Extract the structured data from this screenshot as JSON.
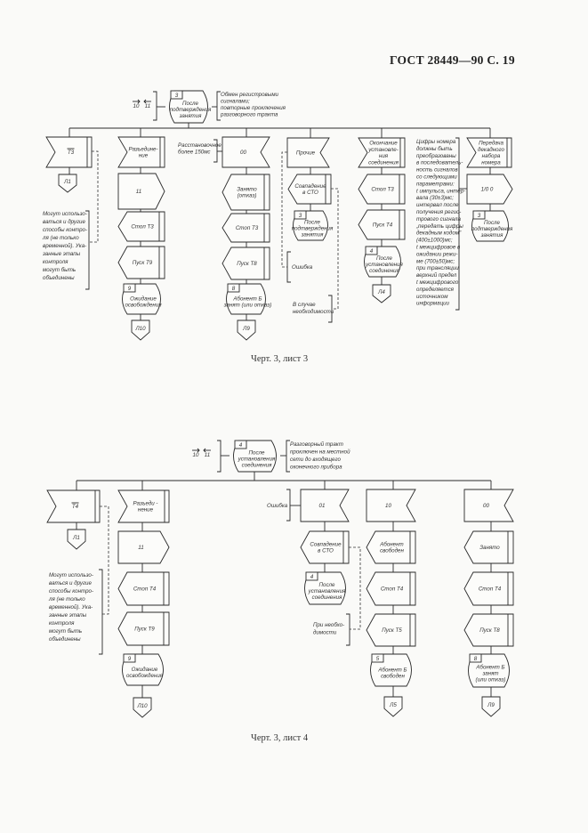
{
  "header": {
    "title": "ГОСТ 28449—90  С. 19"
  },
  "sheet3": {
    "caption": "Черт. 3, лист 3",
    "signals": [
      "10",
      "11"
    ],
    "nodes": {
      "top_state": {
        "number": "3",
        "lines": [
          "После",
          "подтверждения",
          "занятия"
        ]
      },
      "c1_in": {
        "lines": [
          "T3"
        ],
        "overline": true
      },
      "c1_conn": {
        "lines": [
          "Л1"
        ]
      },
      "c2_in": {
        "lines": [
          "Разъедине-",
          "ние"
        ]
      },
      "c2_out1": {
        "lines": [
          "11"
        ]
      },
      "c2_out2": {
        "lines": [
          "Стоп Т3"
        ]
      },
      "c2_out3": {
        "lines": [
          "Пуск Т9"
        ]
      },
      "c2_state": {
        "number": "9",
        "lines": [
          "Ожидание",
          "освобождения"
        ]
      },
      "c2_conn": {
        "lines": [
          "Л10"
        ]
      },
      "c3_in": {
        "lines": [
          "00"
        ]
      },
      "c3_out1": {
        "lines": [
          "Занято",
          "(отказ)"
        ]
      },
      "c3_out2": {
        "lines": [
          "Стоп Т3"
        ]
      },
      "c3_out3": {
        "lines": [
          "Пуск Т8"
        ]
      },
      "c3_state": {
        "number": "8",
        "lines": [
          "Абонент Б",
          "занят (или отказ)"
        ]
      },
      "c3_conn": {
        "lines": [
          "Л9"
        ]
      },
      "c4_in": {
        "lines": [
          "Прочие"
        ]
      },
      "c4_out1": {
        "lines": [
          "Совпадение",
          "в СТО"
        ]
      },
      "c4_state": {
        "number": "3",
        "lines": [
          "После",
          "подтверждения",
          "занятия"
        ]
      },
      "c5_in": {
        "lines": [
          "Окончание",
          "установле-",
          "ния",
          "соединения"
        ]
      },
      "c5_out1": {
        "lines": [
          "Стоп Т3"
        ]
      },
      "c5_out2": {
        "lines": [
          "Пуск Т4"
        ]
      },
      "c5_state": {
        "number": "4",
        "lines": [
          "После",
          "установления",
          "соединения"
        ]
      },
      "c5_conn": {
        "lines": [
          "Л4"
        ]
      },
      "c6_in": {
        "lines": [
          "Передача",
          "декадного",
          "набора",
          "номера"
        ]
      },
      "c6_out1": {
        "lines": [
          "1/0  0"
        ]
      },
      "c6_state": {
        "number": "3",
        "lines": [
          "После",
          "подтверждения",
          "занятия"
        ]
      }
    },
    "comments": {
      "top_note": [
        "Обмен регистровыми",
        "сигналами;",
        "повторные проключения",
        "разговорного тракта"
      ],
      "pause_note": [
        "Расстановочное",
        "более 150мс"
      ],
      "control_note": [
        "Могут использо-",
        "ваться и другие",
        "способы контро-",
        "ля (не только",
        "временной). Ука-",
        "занные этапы",
        "контроля",
        "могут быть",
        "объединены"
      ],
      "error_note": [
        "Ошибка"
      ],
      "need_note": [
        "В случае",
        "необходимости"
      ],
      "digits_note": [
        "Цифры номера",
        "должны быть",
        "преобразованы",
        "в последователь-",
        "ность сигналов",
        "со следующими",
        "параметрами:",
        "t импульса, интер-",
        "вала (30±3)мс;",
        "интервал после",
        "получения регис-",
        "трового сигнала",
        "„передать цифры",
        "декадным кодом\"",
        "(400±1000)мс;",
        "t межцифровое в",
        "ожидании режи-",
        "ме (700±50)мс;",
        "при трансляции",
        "верхний предел",
        "t межцифрового",
        "определяется",
        "источником",
        "информации"
      ]
    }
  },
  "sheet4": {
    "caption": "Черт. 3, лист 4",
    "signals": [
      "10",
      "11"
    ],
    "nodes": {
      "top_state": {
        "number": "4",
        "lines": [
          "После",
          "установления",
          "соединения"
        ]
      },
      "c1_in": {
        "lines": [
          "T4"
        ],
        "overline": true
      },
      "c1_conn": {
        "lines": [
          "Л1"
        ]
      },
      "c2_in": {
        "lines": [
          "Разъеди -",
          "нение"
        ]
      },
      "c2_out1": {
        "lines": [
          "11"
        ]
      },
      "c2_out2": {
        "lines": [
          "Стоп Т4"
        ]
      },
      "c2_out3": {
        "lines": [
          "Пуск Т9"
        ]
      },
      "c2_state": {
        "number": "9",
        "lines": [
          "Ожидание",
          "освобождения"
        ]
      },
      "c2_conn": {
        "lines": [
          "Л10"
        ]
      },
      "c3_in": {
        "lines": [
          "01"
        ]
      },
      "c3_out1": {
        "lines": [
          "Совпадение",
          "в СТО"
        ]
      },
      "c3_state": {
        "number": "4",
        "lines": [
          "После",
          "установления",
          "соединения"
        ]
      },
      "c4_in": {
        "lines": [
          "10"
        ]
      },
      "c4_out1": {
        "lines": [
          "Абонент",
          "свободен"
        ]
      },
      "c4_out2": {
        "lines": [
          "Стоп Т4"
        ]
      },
      "c4_out3": {
        "lines": [
          "Пуск Т5"
        ]
      },
      "c4_state": {
        "number": "5",
        "lines": [
          "Абонент Б",
          "свободен"
        ]
      },
      "c4_conn": {
        "lines": [
          "Л5"
        ]
      },
      "c5_in": {
        "lines": [
          "00"
        ]
      },
      "c5_out1": {
        "lines": [
          "Занято"
        ]
      },
      "c5_out2": {
        "lines": [
          "Стоп Т4"
        ]
      },
      "c5_out3": {
        "lines": [
          "Пуск Т8"
        ]
      },
      "c5_state": {
        "number": "8",
        "lines": [
          "Абонент Б",
          "занят",
          "(или отказ)"
        ]
      },
      "c5_conn": {
        "lines": [
          "Л9"
        ]
      }
    },
    "comments": {
      "top_note": [
        "Разговорный тракт",
        "проключен на местной",
        "сети до входящего",
        "оконечного прибора"
      ],
      "control_note": [
        "Могут использо-",
        "ваться и другие",
        "способы контро-",
        "ля (не только",
        "временной). Ука-",
        "занные этапы",
        "контроля",
        "могут быть",
        "объединены"
      ],
      "error_note": [
        "Ошибка"
      ],
      "need_note": [
        "При необхо-",
        "димости"
      ]
    }
  }
}
